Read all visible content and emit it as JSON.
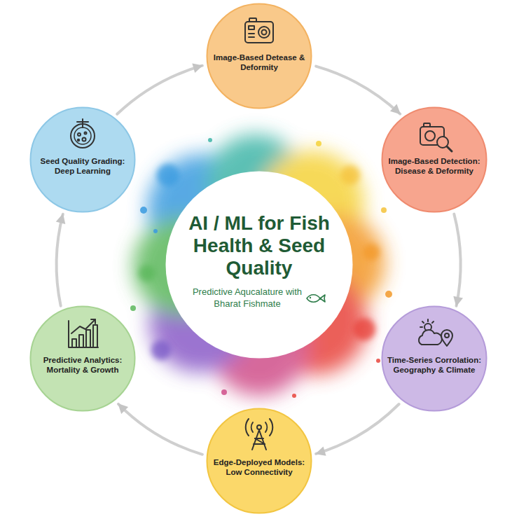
{
  "diagram": {
    "nodes": [
      {
        "text": [
          "Image-Based Detease & Deformity"
        ]
      },
      {
        "text": [
          "Image-Based Detection: Disease & Deformity"
        ]
      },
      {
        "text": [
          "Time-Series Corrolation: Geography & Climate"
        ]
      },
      {
        "text": [
          "Edge-Deployed Models: Low Connectivity"
        ]
      },
      {
        "text": [
          "Predictive Analytics: Mortality & Growth"
        ]
      },
      {
        "text": [
          "Seed Quality Grading: Deep Learning"
        ]
      },
      {
        "text": [
          "AI / ML for Fish Health & Seed Quality",
          "Predictive Aqucalature with Bharat Fishmate"
        ]
      }
    ],
    "edges": [
      {
        "from": 0,
        "to": 1,
        "arrow": "to"
      },
      {
        "from": 1,
        "to": 2,
        "arrow": "to"
      },
      {
        "from": 2,
        "to": 3,
        "arrow": "to"
      },
      {
        "from": 3,
        "to": 4,
        "arrow": "to"
      },
      {
        "from": 4,
        "to": 5,
        "arrow": "to"
      },
      {
        "from": 5,
        "to": 0,
        "arrow": "to"
      }
    ]
  }
}
